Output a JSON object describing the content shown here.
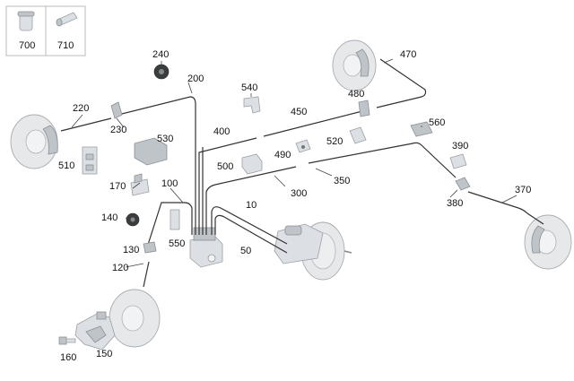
{
  "legend_box": {
    "items": [
      {
        "label": "700",
        "icon": "bushing-icon"
      },
      {
        "label": "710",
        "icon": "sleeve-icon"
      }
    ]
  },
  "callouts": {
    "p10": "10",
    "p50": "50",
    "p100": "100",
    "p120": "120",
    "p130": "130",
    "p140": "140",
    "p150": "150",
    "p160": "160",
    "p170": "170",
    "p200": "200",
    "p220": "220",
    "p230": "230",
    "p240": "240",
    "p300": "300",
    "p350": "350",
    "p370": "370",
    "p380": "380",
    "p390": "390",
    "p400": "400",
    "p450": "450",
    "p470": "470",
    "p480": "480",
    "p490": "490",
    "p500": "500",
    "p510": "510",
    "p520": "520",
    "p530": "530",
    "p540": "540",
    "p550": "550",
    "p560": "560"
  }
}
